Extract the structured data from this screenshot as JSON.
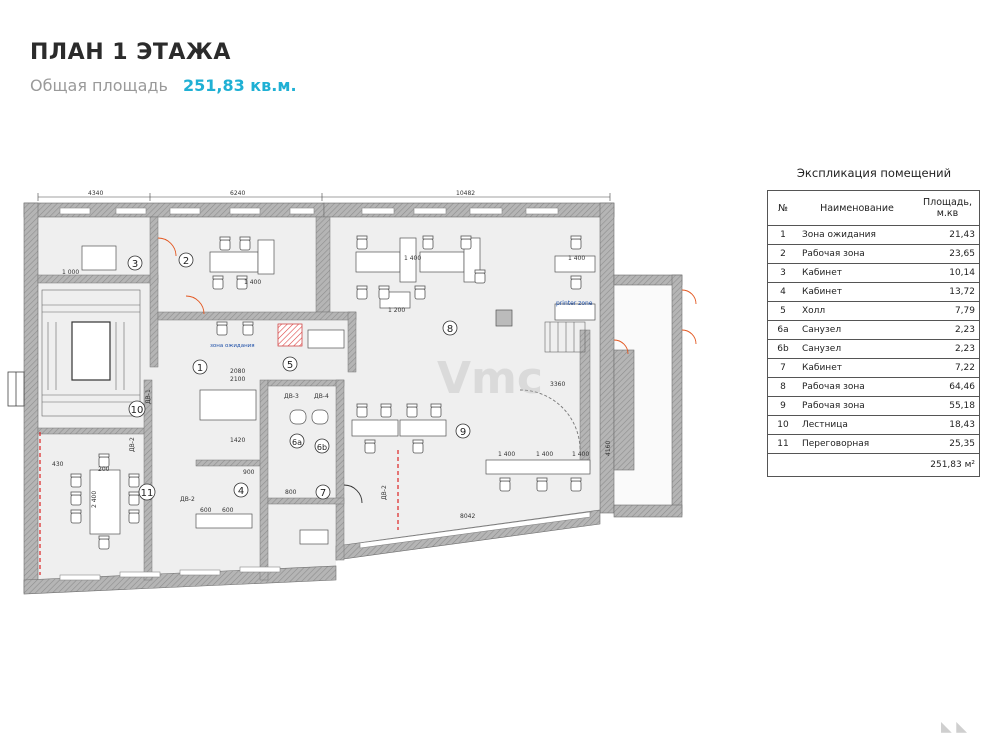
{
  "header": {
    "title": "ПЛАН 1 ЭТАЖА",
    "area_label": "Общая площадь",
    "area_value": "251,83 кв.м."
  },
  "plan": {
    "dims": {
      "top_left": "4340",
      "top_mid": "6240",
      "top_right": "10482",
      "bottom": "8042",
      "mid_3360": "3360",
      "dim_2080": "2080",
      "dim_2100": "2100",
      "dim_1420": "1420",
      "dim_900": "900",
      "dim_800": "800",
      "dim_1400": "1 400",
      "dim_2400": "2 400",
      "dim_4160": "4160",
      "dim_430": "430",
      "dim_200": "200",
      "dim_1200": "1 200",
      "dim_600": "600",
      "dim_1000": "1 000"
    },
    "rooms": [
      "1",
      "2",
      "3",
      "4",
      "5",
      "6a",
      "6b",
      "7",
      "8",
      "9",
      "10",
      "11"
    ],
    "labels": {
      "waiting_zone": "зона ожидания",
      "printer_zone": "printer zone",
      "doors": [
        "ДВ-1",
        "ДВ-2",
        "ДВ-2",
        "ДВ-3",
        "ДВ-4",
        "ДВ-2"
      ]
    },
    "watermark": "Vmc"
  },
  "explication": {
    "title": "Экспликация помещений",
    "headers": {
      "no": "№",
      "name": "Наименование",
      "area": "Площадь, м.кв"
    },
    "rows": [
      {
        "no": "1",
        "name": "Зона ожидания",
        "area": "21,43"
      },
      {
        "no": "2",
        "name": "Рабочая зона",
        "area": "23,65"
      },
      {
        "no": "3",
        "name": "Кабинет",
        "area": "10,14"
      },
      {
        "no": "4",
        "name": "Кабинет",
        "area": "13,72"
      },
      {
        "no": "5",
        "name": "Холл",
        "area": "7,79"
      },
      {
        "no": "6a",
        "name": "Санузел",
        "area": "2,23"
      },
      {
        "no": "6b",
        "name": "Санузел",
        "area": "2,23"
      },
      {
        "no": "7",
        "name": "Кабинет",
        "area": "7,22"
      },
      {
        "no": "8",
        "name": "Рабочая зона",
        "area": "64,46"
      },
      {
        "no": "9",
        "name": "Рабочая зона",
        "area": "55,18"
      },
      {
        "no": "10",
        "name": "Лестница",
        "area": "18,43"
      },
      {
        "no": "11",
        "name": "Переговорная",
        "area": "25,35"
      }
    ],
    "total": "251,83 м²"
  },
  "colors": {
    "accent": "#1fb0d4",
    "wall": "#9e9e9e",
    "floor": "#efefef"
  }
}
